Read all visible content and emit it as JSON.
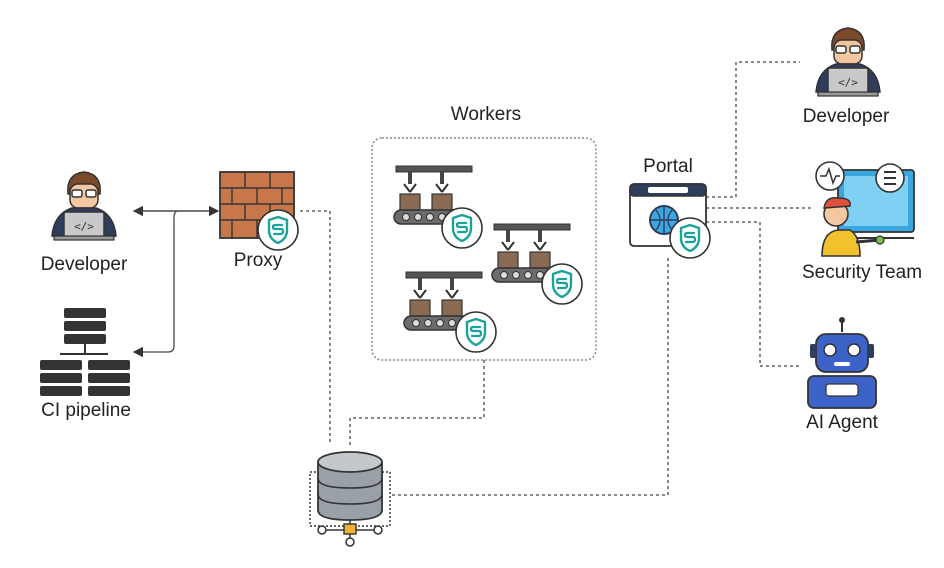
{
  "nodes": {
    "developer_left": {
      "label": "Developer",
      "icon": "developer-icon"
    },
    "ci_pipeline": {
      "label": "CI pipeline",
      "icon": "server-rack-icon"
    },
    "proxy": {
      "label": "Proxy",
      "icon": "firewall-icon"
    },
    "workers": {
      "label": "Workers",
      "icon": "conveyor-robot-arm-icon"
    },
    "database": {
      "label": "",
      "icon": "database-icon"
    },
    "portal": {
      "label": "Portal",
      "icon": "web-portal-icon"
    },
    "developer_right": {
      "label": "Developer",
      "icon": "developer-icon"
    },
    "security_team": {
      "label": "Security Team",
      "icon": "security-analyst-icon"
    },
    "ai_agent": {
      "label": "AI Agent",
      "icon": "robot-icon"
    }
  },
  "badge_icon": "shield-s-icon",
  "colors": {
    "line": "#444444",
    "teal": "#1aa39a",
    "navy": "#2f3d5c",
    "brick": "#c8774a",
    "box_brown": "#8a6a52",
    "screen_blue": "#3aa7e0",
    "robot_blue": "#3d63c9"
  }
}
